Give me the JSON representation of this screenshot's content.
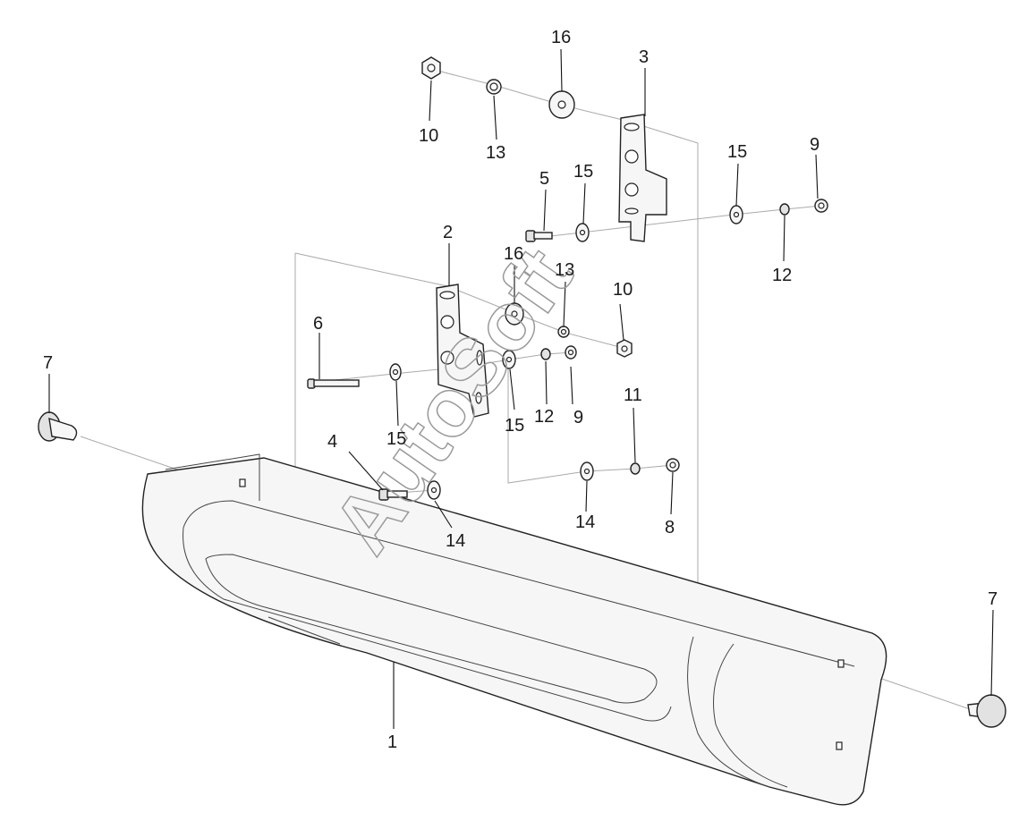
{
  "watermark": "AutoSoft",
  "labels": {
    "p1": "1",
    "p2": "2",
    "p3": "3",
    "p4": "4",
    "p5": "5",
    "p6": "6",
    "p7_left": "7",
    "p7_right": "7",
    "p8": "8",
    "p9_top": "9",
    "p9_mid": "9",
    "p10_top": "10",
    "p10_mid": "10",
    "p11": "11",
    "p12_top": "12",
    "p12_mid": "12",
    "p13_top": "13",
    "p13_mid": "13",
    "p14_left": "14",
    "p14_right": "14",
    "p15_top": "15",
    "p15_topright": "15",
    "p15_left": "15",
    "p15_mid": "15",
    "p16_top": "16",
    "p16_mid": "16"
  }
}
